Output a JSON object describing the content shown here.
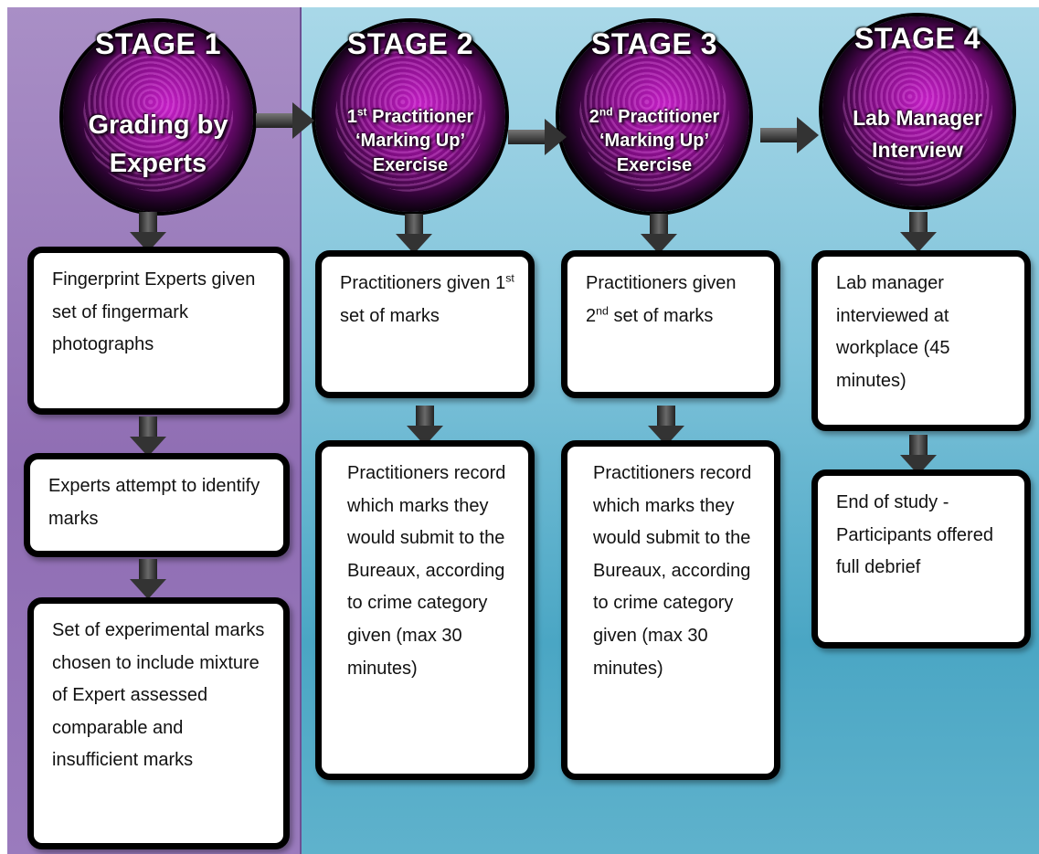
{
  "stages": [
    {
      "title": "STAGE 1",
      "subtitle_lines": [
        "Grading by",
        "Experts"
      ],
      "boxes": [
        "Fingerprint Experts given set of fingermark photographs",
        "Experts attempt to identify marks",
        "Set of experimental marks chosen to include mixture of Expert assessed comparable and insufficient marks"
      ]
    },
    {
      "title": "STAGE 2",
      "subtitle": {
        "ordinal_num": "1",
        "ordinal_sup": "st",
        "line1_rest": " Practitioner",
        "line2": "‘Marking Up’",
        "line3": "Exercise"
      },
      "boxes": [
        {
          "pre": "Practitioners given 1",
          "sup": "st",
          "post": " set of marks"
        },
        {
          "pre": "Practitioners record which marks they would submit to the Bureaux, according to crime category given (max 30 minutes)",
          "sup": "",
          "post": ""
        }
      ]
    },
    {
      "title": "STAGE 3",
      "subtitle": {
        "ordinal_num": "2",
        "ordinal_sup": "nd",
        "line1_rest": " Practitioner",
        "line2": "‘Marking Up’",
        "line3": "Exercise"
      },
      "boxes": [
        {
          "pre": "Practitioners given 2",
          "sup": "nd",
          "post": " set of marks"
        },
        {
          "pre": "Practitioners record which marks they would submit to the Bureaux, according to crime category given (max 30 minutes)",
          "sup": "",
          "post": ""
        }
      ]
    },
    {
      "title": "STAGE 4",
      "subtitle_lines": [
        "Lab Manager",
        "Interview"
      ],
      "boxes": [
        "Lab manager interviewed at workplace (45 minutes)",
        "End of study - Participants offered full debrief"
      ]
    }
  ],
  "colors": {
    "stage1_panel": "#9a7bbd",
    "stages_panel": "#7fc3da",
    "fingerprint": "#c21fc4",
    "box_border": "#000000"
  }
}
